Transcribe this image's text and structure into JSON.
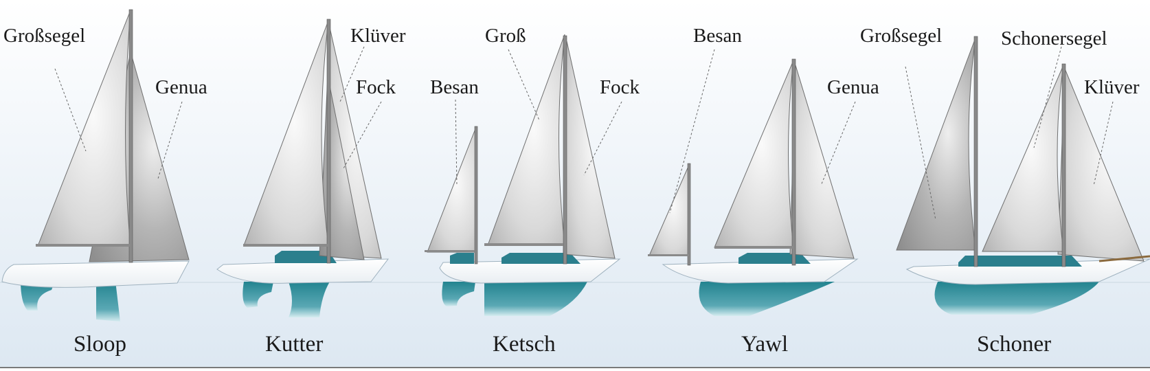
{
  "boats": [
    {
      "name": "Sloop",
      "sails": [
        "Großsegel",
        "Genua"
      ]
    },
    {
      "name": "Kutter",
      "sails": [
        "Klüver",
        "Fock"
      ]
    },
    {
      "name": "Ketsch",
      "sails": [
        "Groß",
        "Besan",
        "Fock"
      ]
    },
    {
      "name": "Yawl",
      "sails": [
        "Besan",
        "Genua"
      ]
    },
    {
      "name": "Schoner",
      "sails": [
        "Großsegel",
        "Schonersegel",
        "Klüver"
      ]
    }
  ],
  "colors": {
    "sky_top": "#ffffff",
    "sky_bottom": "#dde8f2",
    "sail_light": "#f1f1f1",
    "sail_dark": "#9a9a9a",
    "hull": "#ffffff",
    "keel_teal": "#2e8e9c",
    "keel_light": "#bfe0e6",
    "cabin_teal": "#2b7f8d",
    "mast": "#8a8a8a",
    "leader": "#666666"
  },
  "icons": [
    "sailboat-sloop",
    "sailboat-kutter",
    "sailboat-ketsch",
    "sailboat-yawl",
    "sailboat-schoner"
  ]
}
